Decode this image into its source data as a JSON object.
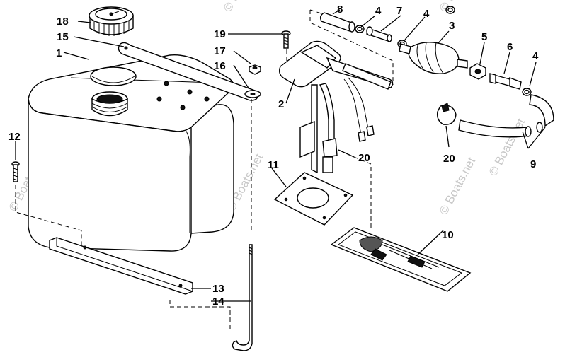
{
  "callouts": {
    "c1": "1",
    "c2": "2",
    "c3": "3",
    "c4a": "4",
    "c4b": "4",
    "c4c": "4",
    "c5": "5",
    "c6": "6",
    "c7": "7",
    "c8": "8",
    "c9": "9",
    "c10": "10",
    "c11": "11",
    "c12": "12",
    "c13": "13",
    "c14": "14",
    "c15": "15",
    "c16": "16",
    "c17": "17",
    "c18": "18",
    "c19": "19",
    "c20a": "20",
    "c20b": "20"
  },
  "watermarks": {
    "w1": "© Boats.net",
    "w2": "© Boats.net",
    "w3": "© Boats.net",
    "w4": "© Boats.net",
    "w5": "© Boats.net",
    "w6": "© Boats.net"
  },
  "icons": {
    "fuel_tank": "fuel-tank-icon",
    "filler_cap": "filler-cap-icon",
    "primer_bulb": "primer-bulb-icon"
  }
}
